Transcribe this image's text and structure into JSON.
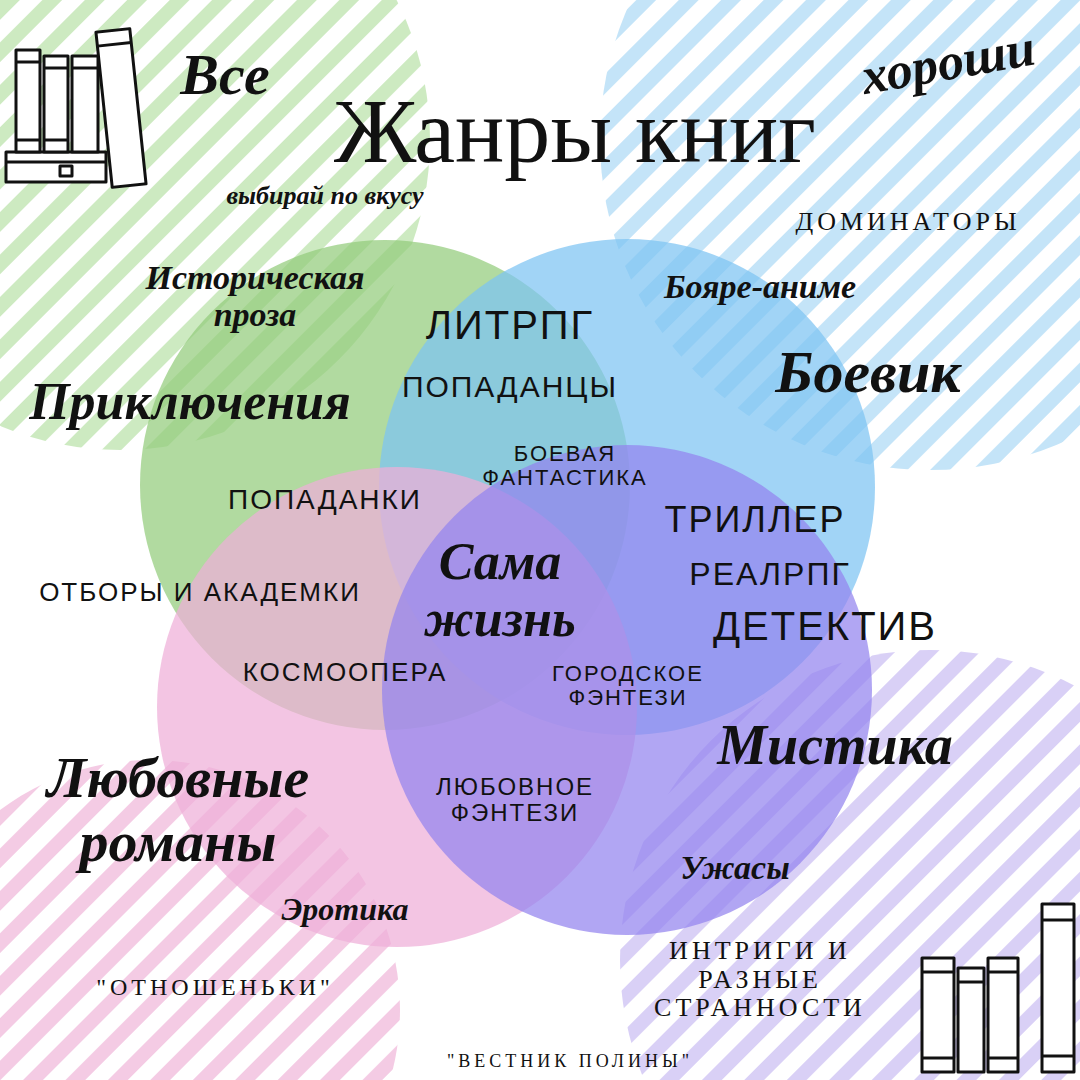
{
  "diagram": {
    "title": "Жанры книг",
    "nodes": [
      {
        "text": [
          "Приключения",
          "Историческая проза"
        ]
      },
      {
        "text": [
          "Боевик",
          "Бояре-аниме"
        ]
      },
      {
        "text": [
          "Любовные романы",
          "Эротика"
        ]
      },
      {
        "text": [
          "Мистика",
          "Ужасы"
        ]
      }
    ],
    "labels": [
      "Все",
      "хороши",
      "выбирай по вкусу",
      "ДОМИНАТОРЫ",
      "ЛИТРПГ",
      "ПОПАДАНЦЫ",
      "БОЕВАЯ ФАНТАСТИКА",
      "ПОПАДАНКИ",
      "Сама жизнь",
      "ТРИЛЛЕР",
      "РЕАЛРПГ",
      "ДЕТЕКТИВ",
      "ОТБОРЫ И АКАДЕМКИ",
      "КОСМООПЕРА",
      "ГОРОДСКОЕ ФЭНТЕЗИ",
      "ЛЮБОВНОЕ ФЭНТЕЗИ",
      "\"ОТНОШЕНЬКИ\"",
      "ИНТРИГИ И РАЗНЫЕ СТРАННОСТИ",
      "\"ВЕСТНИК ПОЛИНЫ\""
    ]
  }
}
